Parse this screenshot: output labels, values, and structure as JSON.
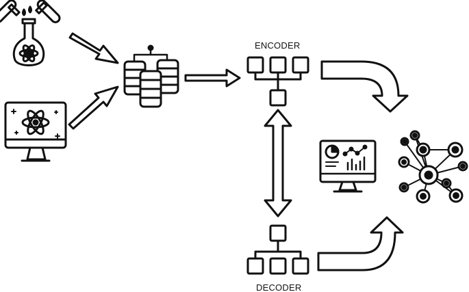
{
  "labels": {
    "encoder": "ENCODER",
    "decoder": "DECODER"
  },
  "colors": {
    "stroke": "#111111",
    "fill": "#ffffff"
  },
  "icons": [
    "lab-flask-icon",
    "test-tubes-icon",
    "computer-simulation-icon",
    "database-icon",
    "encoder-tree-icon",
    "decoder-tree-icon",
    "analytics-monitor-icon",
    "molecule-graph-icon"
  ],
  "arrows": [
    "flask-to-database-arrow",
    "computer-to-database-arrow",
    "database-to-encoder-arrow",
    "encoder-decoder-bidirectional-arrow",
    "encoder-to-output-curved-arrow",
    "decoder-to-output-curved-arrow"
  ]
}
